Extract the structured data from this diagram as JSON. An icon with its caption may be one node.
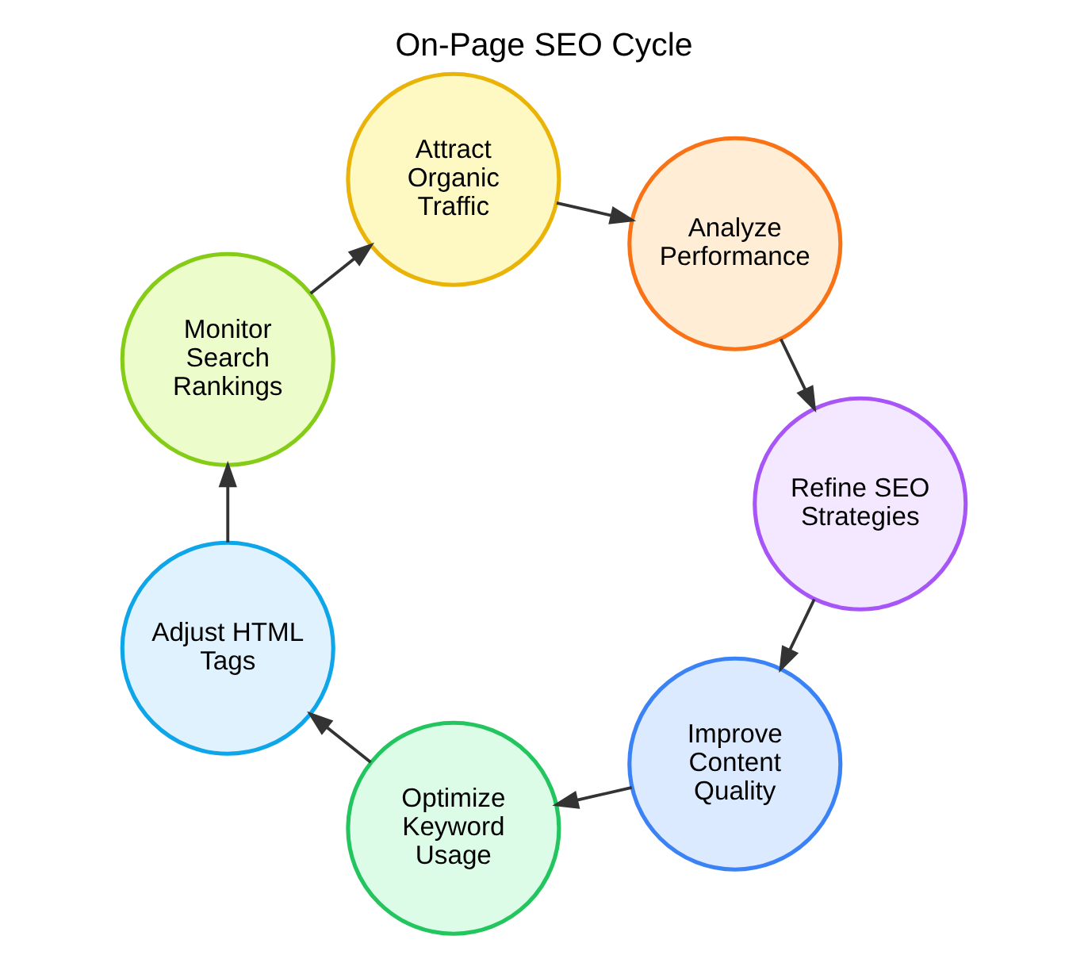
{
  "diagram": {
    "title": "On-Page SEO Cycle",
    "nodes": [
      {
        "text": [
          "Improve Content Quality"
        ]
      },
      {
        "text": [
          "Optimize Keyword Usage"
        ]
      },
      {
        "text": [
          "Adjust HTML Tags"
        ]
      },
      {
        "text": [
          "Monitor Search Rankings"
        ]
      },
      {
        "text": [
          "Attract Organic Traffic"
        ]
      },
      {
        "text": [
          "Analyze Performance"
        ]
      },
      {
        "text": [
          "Refine SEO Strategies"
        ]
      }
    ],
    "edges": [
      {
        "from": 0,
        "to": 1,
        "arrow": "to"
      },
      {
        "from": 1,
        "to": 2,
        "arrow": "to"
      },
      {
        "from": 2,
        "to": 3,
        "arrow": "to"
      },
      {
        "from": 3,
        "to": 4,
        "arrow": "to"
      },
      {
        "from": 4,
        "to": 5,
        "arrow": "to"
      },
      {
        "from": 5,
        "to": 6,
        "arrow": "to"
      },
      {
        "from": 6,
        "to": 0,
        "arrow": "to"
      }
    ]
  }
}
